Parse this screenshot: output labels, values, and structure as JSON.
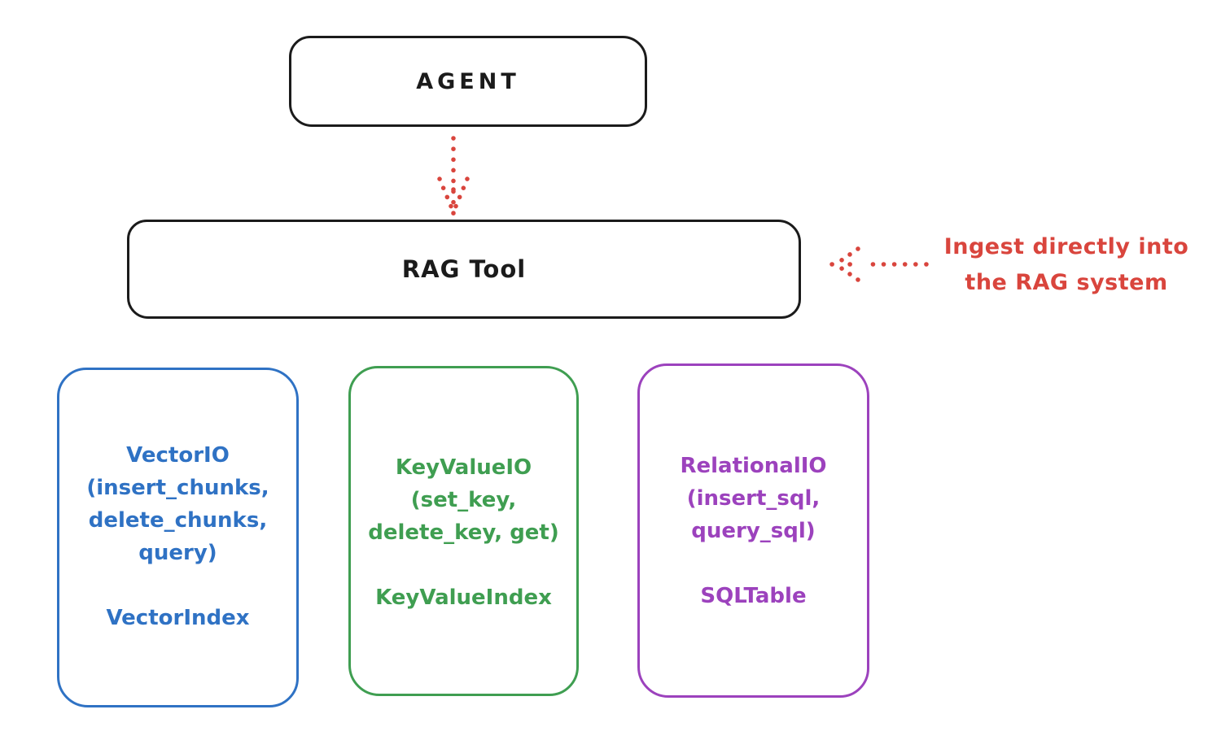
{
  "colors": {
    "ink": "#1b1b1b",
    "red": "#d9453d",
    "blue": "#2f72c4",
    "green": "#3f9e51",
    "purple": "#9c42bd",
    "bg": "#ffffff"
  },
  "nodes": {
    "agent": {
      "label": "AGENT"
    },
    "rag_tool": {
      "label": "RAG Tool"
    }
  },
  "annotation": {
    "lines": [
      "Ingest directly into",
      "the RAG system"
    ]
  },
  "backends": [
    {
      "id": "vector-io",
      "color": "#2f72c4",
      "lines": [
        "VectorIO",
        "(insert_chunks,",
        "delete_chunks,",
        "query)"
      ],
      "index_label": "VectorIndex"
    },
    {
      "id": "key-value-io",
      "color": "#3f9e51",
      "lines": [
        "KeyValueIO",
        "(set_key,",
        "delete_key, get)"
      ],
      "index_label": "KeyValueIndex"
    },
    {
      "id": "relational-io",
      "color": "#9c42bd",
      "lines": [
        "RelationalIO",
        "(insert_sql,",
        "query_sql)"
      ],
      "index_label": "SQLTable"
    }
  ],
  "arrows": [
    {
      "id": "agent-to-rag-tool",
      "style": "dotted",
      "color": "#d9453d",
      "direction": "down"
    },
    {
      "id": "ingest-into-rag-tool",
      "style": "dotted",
      "color": "#d9453d",
      "direction": "left"
    }
  ]
}
